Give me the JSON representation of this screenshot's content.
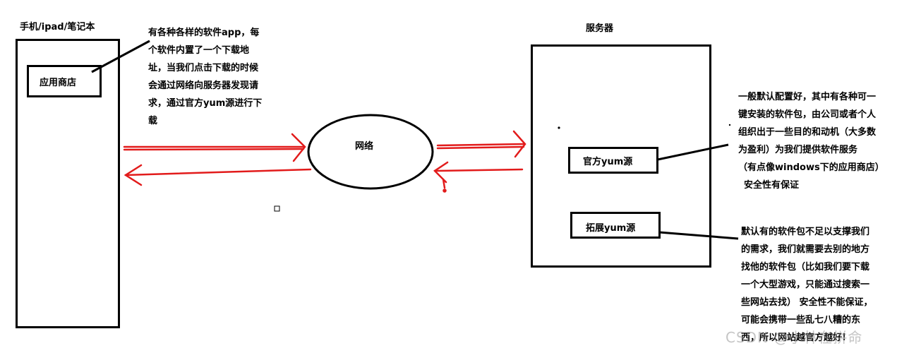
{
  "device": {
    "title": "手机/ipad/笔记本",
    "store_label": "应用商店"
  },
  "server": {
    "title": "服务器",
    "official_label": "官方yum源",
    "extended_label": "拓展yum源"
  },
  "network": {
    "label": "网络"
  },
  "notes": {
    "store": [
      "有各种各样的软件app，每",
      "个软件内置了一个下载地",
      "址，当我们点击下载的时候",
      "会通过网络向服务器发现请",
      "求，通过官方yum源进行下",
      "载"
    ],
    "official": [
      "一般默认配置好，其中有各种可一",
      "键安装的软件包，由公司或者个人",
      "组织出于一些目的和动机（大多数",
      "为盈利）为我们提供软件服务",
      "（有点像windows下的应用商店）",
      "安全性有保证"
    ],
    "extended": [
      "默认有的软件包不足以支撑我们",
      "的需求，我们就需要去别的地方",
      "找他的软件包（比如我们要下载",
      "一个大型游戏，只能通过搜索一",
      "些网站去找） 安全性不能保证，",
      "可能会携带一些乱七八糟的东",
      "西，所以网站越官方越好!"
    ]
  },
  "watermark": "CSDN @小林在拼命",
  "colors": {
    "arrow": "#e21b1b",
    "line": "#000000"
  }
}
